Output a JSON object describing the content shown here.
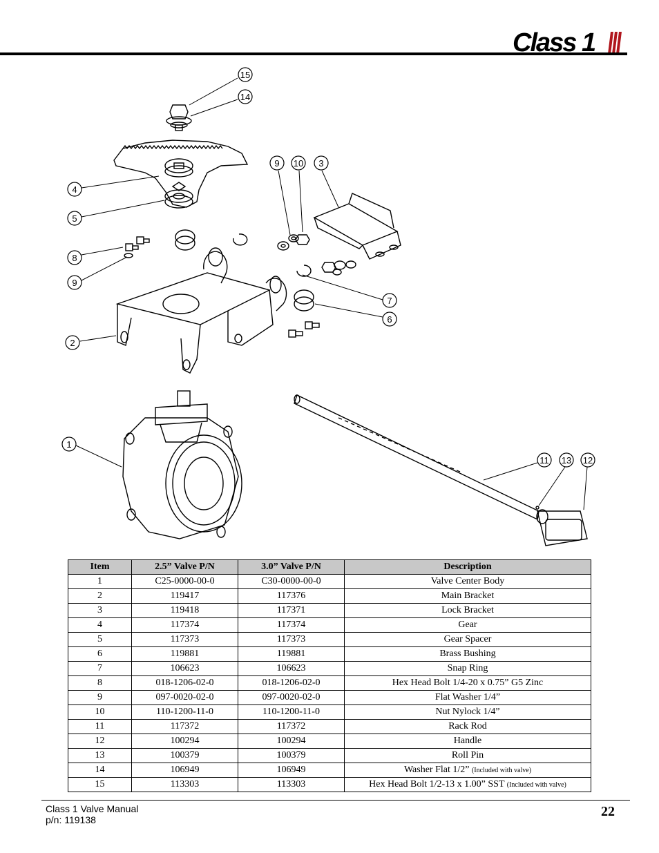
{
  "header": {
    "logo_text": "Class 1"
  },
  "callouts": [
    {
      "id": "15",
      "label": "15"
    },
    {
      "id": "14",
      "label": "14"
    },
    {
      "id": "4",
      "label": "4"
    },
    {
      "id": "5",
      "label": "5"
    },
    {
      "id": "8",
      "label": "8"
    },
    {
      "id": "9a",
      "label": "9"
    },
    {
      "id": "2",
      "label": "2"
    },
    {
      "id": "9b",
      "label": "9"
    },
    {
      "id": "10",
      "label": "10"
    },
    {
      "id": "3",
      "label": "3"
    },
    {
      "id": "7",
      "label": "7"
    },
    {
      "id": "6",
      "label": "6"
    },
    {
      "id": "1",
      "label": "1"
    },
    {
      "id": "11",
      "label": "11"
    },
    {
      "id": "13",
      "label": "13"
    },
    {
      "id": "12",
      "label": "12"
    }
  ],
  "table": {
    "headers": [
      "Item",
      "2.5” Valve P/N",
      "3.0” Valve P/N",
      "Description"
    ],
    "rows": [
      {
        "item": "1",
        "p25": "C25-0000-00-0",
        "p30": "C30-0000-00-0",
        "desc": "Valve Center Body",
        "note": ""
      },
      {
        "item": "2",
        "p25": "119417",
        "p30": "117376",
        "desc": "Main Bracket",
        "note": ""
      },
      {
        "item": "3",
        "p25": "119418",
        "p30": "117371",
        "desc": "Lock Bracket",
        "note": ""
      },
      {
        "item": "4",
        "p25": "117374",
        "p30": "117374",
        "desc": "Gear",
        "note": ""
      },
      {
        "item": "5",
        "p25": "117373",
        "p30": "117373",
        "desc": "Gear Spacer",
        "note": ""
      },
      {
        "item": "6",
        "p25": "119881",
        "p30": "119881",
        "desc": "Brass Bushing",
        "note": ""
      },
      {
        "item": "7",
        "p25": "106623",
        "p30": "106623",
        "desc": "Snap Ring",
        "note": ""
      },
      {
        "item": "8",
        "p25": "018-1206-02-0",
        "p30": "018-1206-02-0",
        "desc": "Hex Head Bolt 1/4-20 x 0.75” G5 Zinc",
        "note": ""
      },
      {
        "item": "9",
        "p25": "097-0020-02-0",
        "p30": "097-0020-02-0",
        "desc": "Flat Washer 1/4”",
        "note": ""
      },
      {
        "item": "10",
        "p25": "110-1200-11-0",
        "p30": "110-1200-11-0",
        "desc": "Nut Nylock 1/4”",
        "note": ""
      },
      {
        "item": "11",
        "p25": "117372",
        "p30": "117372",
        "desc": "Rack Rod",
        "note": ""
      },
      {
        "item": "12",
        "p25": "100294",
        "p30": "100294",
        "desc": "Handle",
        "note": ""
      },
      {
        "item": "13",
        "p25": "100379",
        "p30": "100379",
        "desc": "Roll Pin",
        "note": ""
      },
      {
        "item": "14",
        "p25": "106949",
        "p30": "106949",
        "desc": "Washer Flat 1/2”",
        "note": "(Included with valve)"
      },
      {
        "item": "15",
        "p25": "113303",
        "p30": "113303",
        "desc": "Hex Head Bolt 1/2-13 x 1.00” SST",
        "note": "(Included with valve)"
      }
    ]
  },
  "footer": {
    "manual_title": "Class 1 Valve Manual",
    "part_number": "p/n: 119138",
    "page_number": "22"
  }
}
